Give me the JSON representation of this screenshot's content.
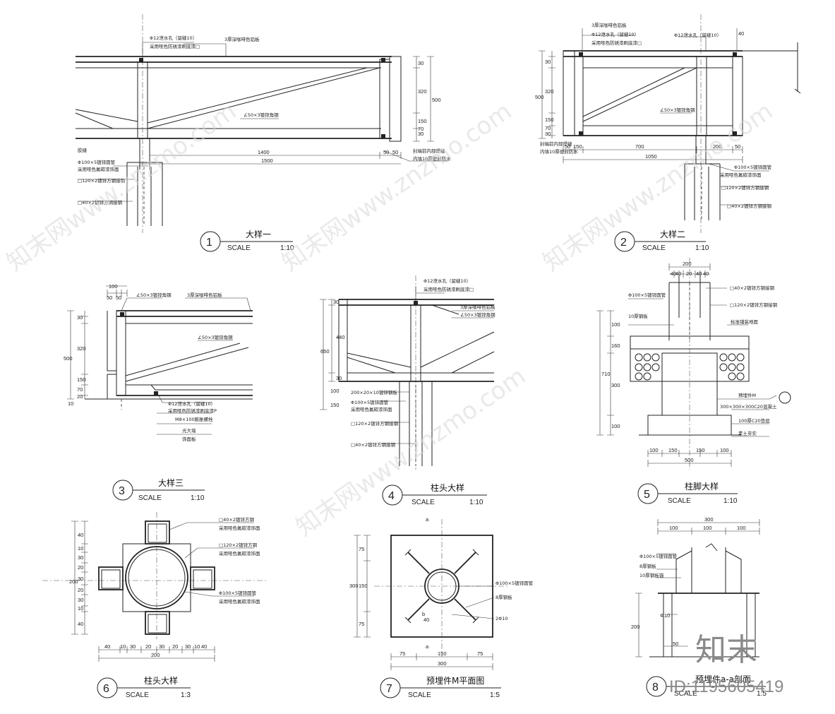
{
  "details": [
    {
      "num": "1",
      "title": "大样一",
      "scale_label": "SCALE",
      "scale_value": "1:10",
      "notes": [
        "Φ12泄水孔（留缝10）",
        "采用哑色防锈漆刷底漆□",
        "3厚深咖啡色铝板",
        "∠50×3镀锌角钢",
        "胶缝",
        "Φ100×5镀锌圆管",
        "采用哑色氟碳漆饰面",
        "□120×2镀锌方钢接钢",
        "□40×2镀锌方钢接钢",
        "封端前内部焊缝",
        "内填10厚密封防水"
      ],
      "dims": [
        "30",
        "320",
        "500",
        "150",
        "30",
        "70",
        "1400",
        "1500",
        "50",
        "50"
      ]
    },
    {
      "num": "2",
      "title": "大样二",
      "scale_label": "SCALE",
      "scale_value": "1:10",
      "notes": [
        "3厚深咖啡色铝板",
        "Φ12泄水孔（留缝10）",
        "采用哑色防锈漆刷底漆□",
        "Φ12泄水孔（留缝10）",
        "∠50×3镀锌角钢",
        "封端前内部焊缝",
        "内填10厚密封防水",
        "Φ100×5镀锌圆管",
        "采用哑色氟碳漆饰面",
        "□120×2镀锌方钢接钢",
        "□40×2镀锌方钢接钢"
      ],
      "dims": [
        "500",
        "320",
        "30",
        "150",
        "30",
        "70",
        "50",
        "150",
        "700",
        "200",
        "50",
        "1050",
        "40"
      ]
    },
    {
      "num": "3",
      "title": "大样三",
      "scale_label": "SCALE",
      "scale_value": "1:10",
      "notes": [
        "∠50×3镀锌角钢",
        "3厚深咖啡色铝板",
        "∠50×3镀锌角钢",
        "Φ12泄水孔（留缝10）",
        "采用哑色防锈漆刷底漆P",
        "M8×100膨胀螺栓",
        "光大墙",
        "饰面板"
      ],
      "dims": [
        "100",
        "50",
        "50",
        "500",
        "30",
        "320",
        "150",
        "70",
        "10",
        "20"
      ]
    },
    {
      "num": "4",
      "title": "柱头大样",
      "scale_label": "SCALE",
      "scale_value": "1:10",
      "notes": [
        "Φ12泄水孔（留缝10）",
        "采用哑色防锈漆刷底漆□",
        "3厚深咖啡色铝板",
        "∠50×3镀锌角钢",
        "200×20×10镀锌钢板",
        "Φ100×5镀锌圆管",
        "采用哑色氟碳漆饰面",
        "□120×2镀锌方钢接钢",
        "□40×2镀锌方钢接钢"
      ],
      "dims": [
        "30",
        "440",
        "650",
        "30",
        "100",
        "150"
      ]
    },
    {
      "num": "5",
      "title": "柱脚大样",
      "scale_label": "SCALE",
      "scale_value": "1:10",
      "notes": [
        "□40×2镀锌方钢接钢",
        "Φ100×5镀锌圆管",
        "□120×2镀锌方钢接钢",
        "10厚钢板",
        "标准铺装地面",
        "预埋件M",
        "300×300×300C20混凝土",
        "100厚C20垫层",
        "素土夯实"
      ],
      "dims": [
        "200",
        "40",
        "40",
        "20",
        "40",
        "40",
        "100",
        "160",
        "300",
        "100",
        "710",
        "100",
        "150",
        "150",
        "100",
        "500"
      ]
    },
    {
      "num": "6",
      "title": "柱头大样",
      "scale_label": "SCALE",
      "scale_value": "1:3",
      "notes": [
        "□40×2镀锌方钢",
        "采用哑色氟碳漆饰面",
        "□120×2镀锌方钢",
        "采用哑色氟碳漆饰面",
        "Φ100×5镀锌圆管",
        "采用哑色氟碳漆饰面"
      ],
      "dims": [
        "40",
        "10",
        "30",
        "20",
        "30",
        "20",
        "30",
        "10",
        "40",
        "200",
        "40",
        "10",
        "30",
        "20",
        "30",
        "20",
        "30",
        "10",
        "40",
        "200"
      ]
    },
    {
      "num": "7",
      "title": "预埋件M平面图",
      "scale_label": "SCALE",
      "scale_value": "1:5",
      "notes": [
        "Φ100×5镀锌圆管",
        "8厚钢板",
        "2Φ10",
        "a",
        "a",
        "b"
      ],
      "dims": [
        "75",
        "150",
        "75",
        "300",
        "75",
        "150",
        "75",
        "300",
        "40"
      ]
    },
    {
      "num": "8",
      "title": "预埋件a-a剖面",
      "scale_label": "SCALE",
      "scale_value": "1:5",
      "notes": [
        "Φ100×5镀锌圆管",
        "8厚钢板",
        "10厚钢板锚",
        "Φ10"
      ],
      "dims": [
        "300",
        "100",
        "100",
        "100",
        "200",
        "50"
      ]
    }
  ],
  "watermark": {
    "text": "知末网www.znzmo.com",
    "logo": "知末",
    "id": "ID:1195605419"
  }
}
